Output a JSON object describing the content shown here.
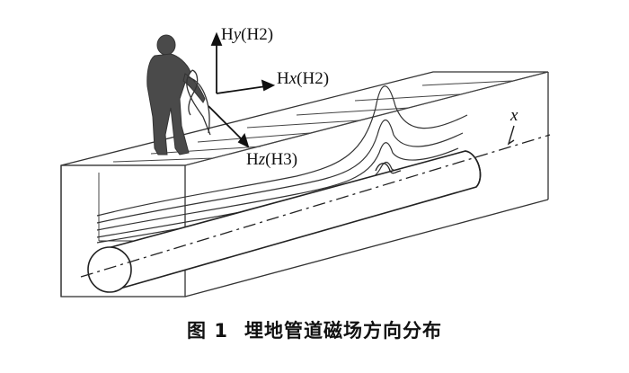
{
  "labels": {
    "hy": {
      "H": "H",
      "axis": "y",
      "rest": "(H2)"
    },
    "hx": {
      "H": "H",
      "axis": "x",
      "rest": "(H2)"
    },
    "hz": {
      "H": "H",
      "axis": "z",
      "rest": "(H3)"
    },
    "x_axis": "x"
  },
  "caption": {
    "figure_number": "图 1",
    "text": "埋地管道磁场方向分布"
  }
}
